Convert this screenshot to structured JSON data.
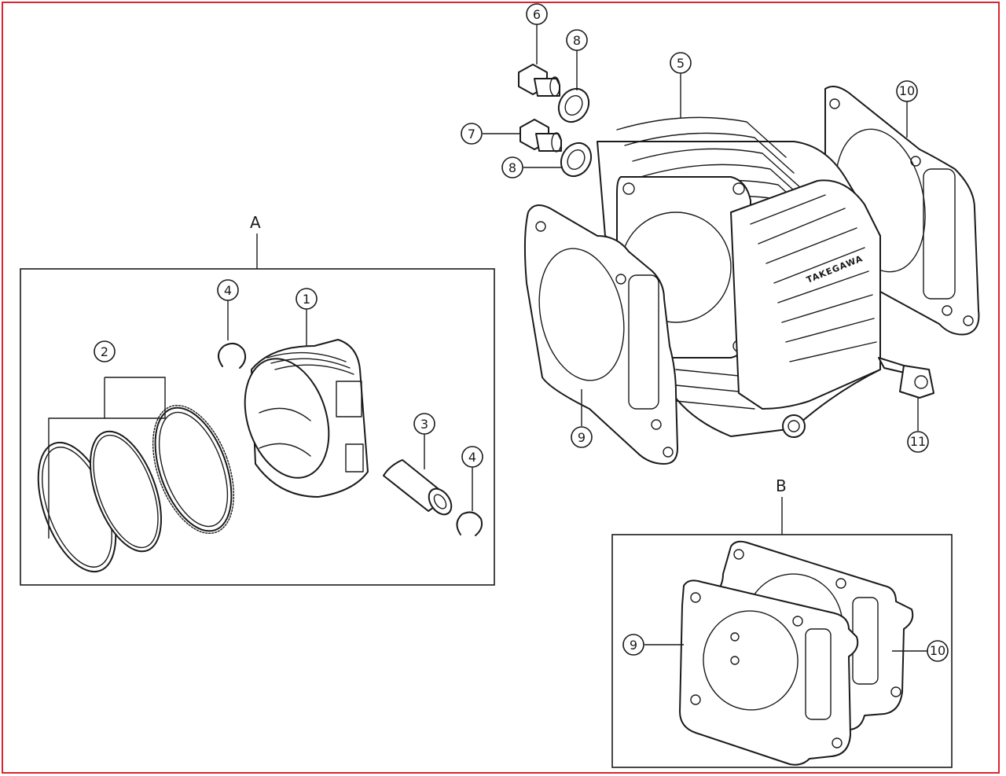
{
  "colors": {
    "frame": "#d9262e",
    "line": "#1a1a1a",
    "background": "#ffffff"
  },
  "groups": {
    "a_label": "A",
    "b_label": "B"
  },
  "callouts": {
    "piston": "1",
    "piston_rings": "2",
    "piston_pin": "3",
    "clip_upper": "4",
    "clip_lower": "4",
    "cylinder": "5",
    "bolt_upper": "6",
    "bolt_lower": "7",
    "washer_upper": "8",
    "washer_lower": "8",
    "gasket_left": "9",
    "gasket_right": "10",
    "stud_bolt": "11",
    "kit_gasket_9": "9",
    "kit_gasket_10": "10"
  },
  "brand": "TAKEGAWA"
}
